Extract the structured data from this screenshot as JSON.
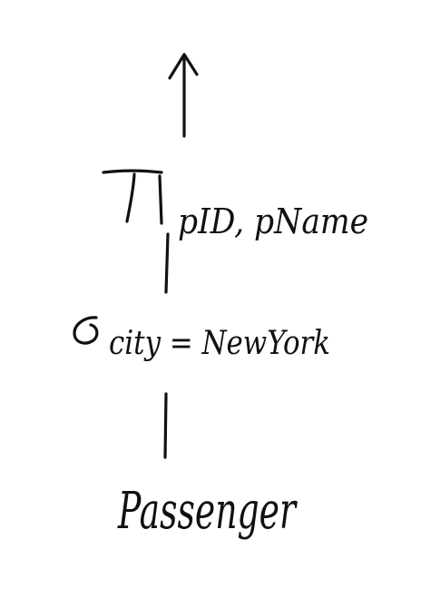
{
  "query_tree": {
    "projection": {
      "attributes": "pID, pName"
    },
    "selection": {
      "condition": "city = NewYork"
    },
    "relation": {
      "name": "Passenger"
    }
  },
  "colors": {
    "ink": "#111111",
    "background": "#ffffff"
  },
  "icons": {
    "output_arrow": "up-arrow-icon",
    "projection_symbol": "pi-icon",
    "selection_symbol": "sigma-icon"
  }
}
